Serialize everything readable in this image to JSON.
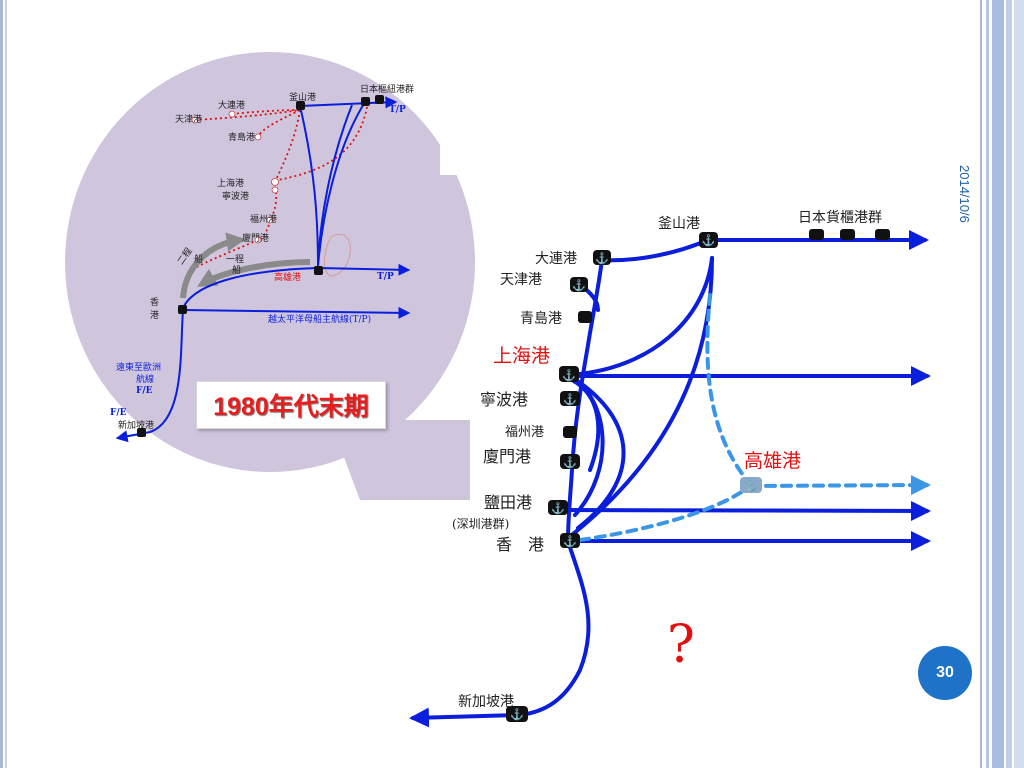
{
  "slide": {
    "date": "2014/10/6",
    "page_number": "30",
    "era_label": "1980年代末期",
    "question_mark": "?"
  },
  "colors": {
    "route": "#0a1edc",
    "route_light": "#3c96e6",
    "feeder": "#e01010",
    "highlight_text": "#e01010",
    "bubble": "#cfc6de",
    "page_badge": "#1e73c9"
  },
  "inset_map": {
    "ports": {
      "tianjin": "天津港",
      "dalian": "大連港",
      "busan": "釜山港",
      "japan": "日本樞紐港群",
      "qingdao": "青島港",
      "shanghai": "上海港",
      "ningbo": "寧波港",
      "fuzhou": "福州港",
      "xiamen": "廈門港",
      "kaohsiung": "高雄港",
      "hongkong": "香\n港",
      "singapore": "新加坡港"
    },
    "route_labels": {
      "tp_top": "T/P",
      "tp_mid": "T/P",
      "transpacific": "越太平洋母船主航線(T/P)",
      "far_east_europe_1": "遠東至歐洲",
      "far_east_europe_2": "航線",
      "fe_1": "F/E",
      "fe_2": "F/E",
      "second_leg": "二程",
      "second_leg_sub": "船",
      "first_leg": "一程",
      "first_leg_sub": "船"
    }
  },
  "main_map": {
    "ports": {
      "busan": "釜山港",
      "japan": "日本貨櫃港群",
      "dalian": "大連港",
      "tianjin": "天津港",
      "qingdao": "青島港",
      "shanghai": "上海港",
      "ningbo": "寧波港",
      "fuzhou": "福州港",
      "xiamen": "廈門港",
      "kaohsiung": "高雄港",
      "yantian": "鹽田港",
      "shenzhen_group": "(深圳港群)",
      "hongkong": "香　港",
      "singapore": "新加坡港"
    }
  }
}
